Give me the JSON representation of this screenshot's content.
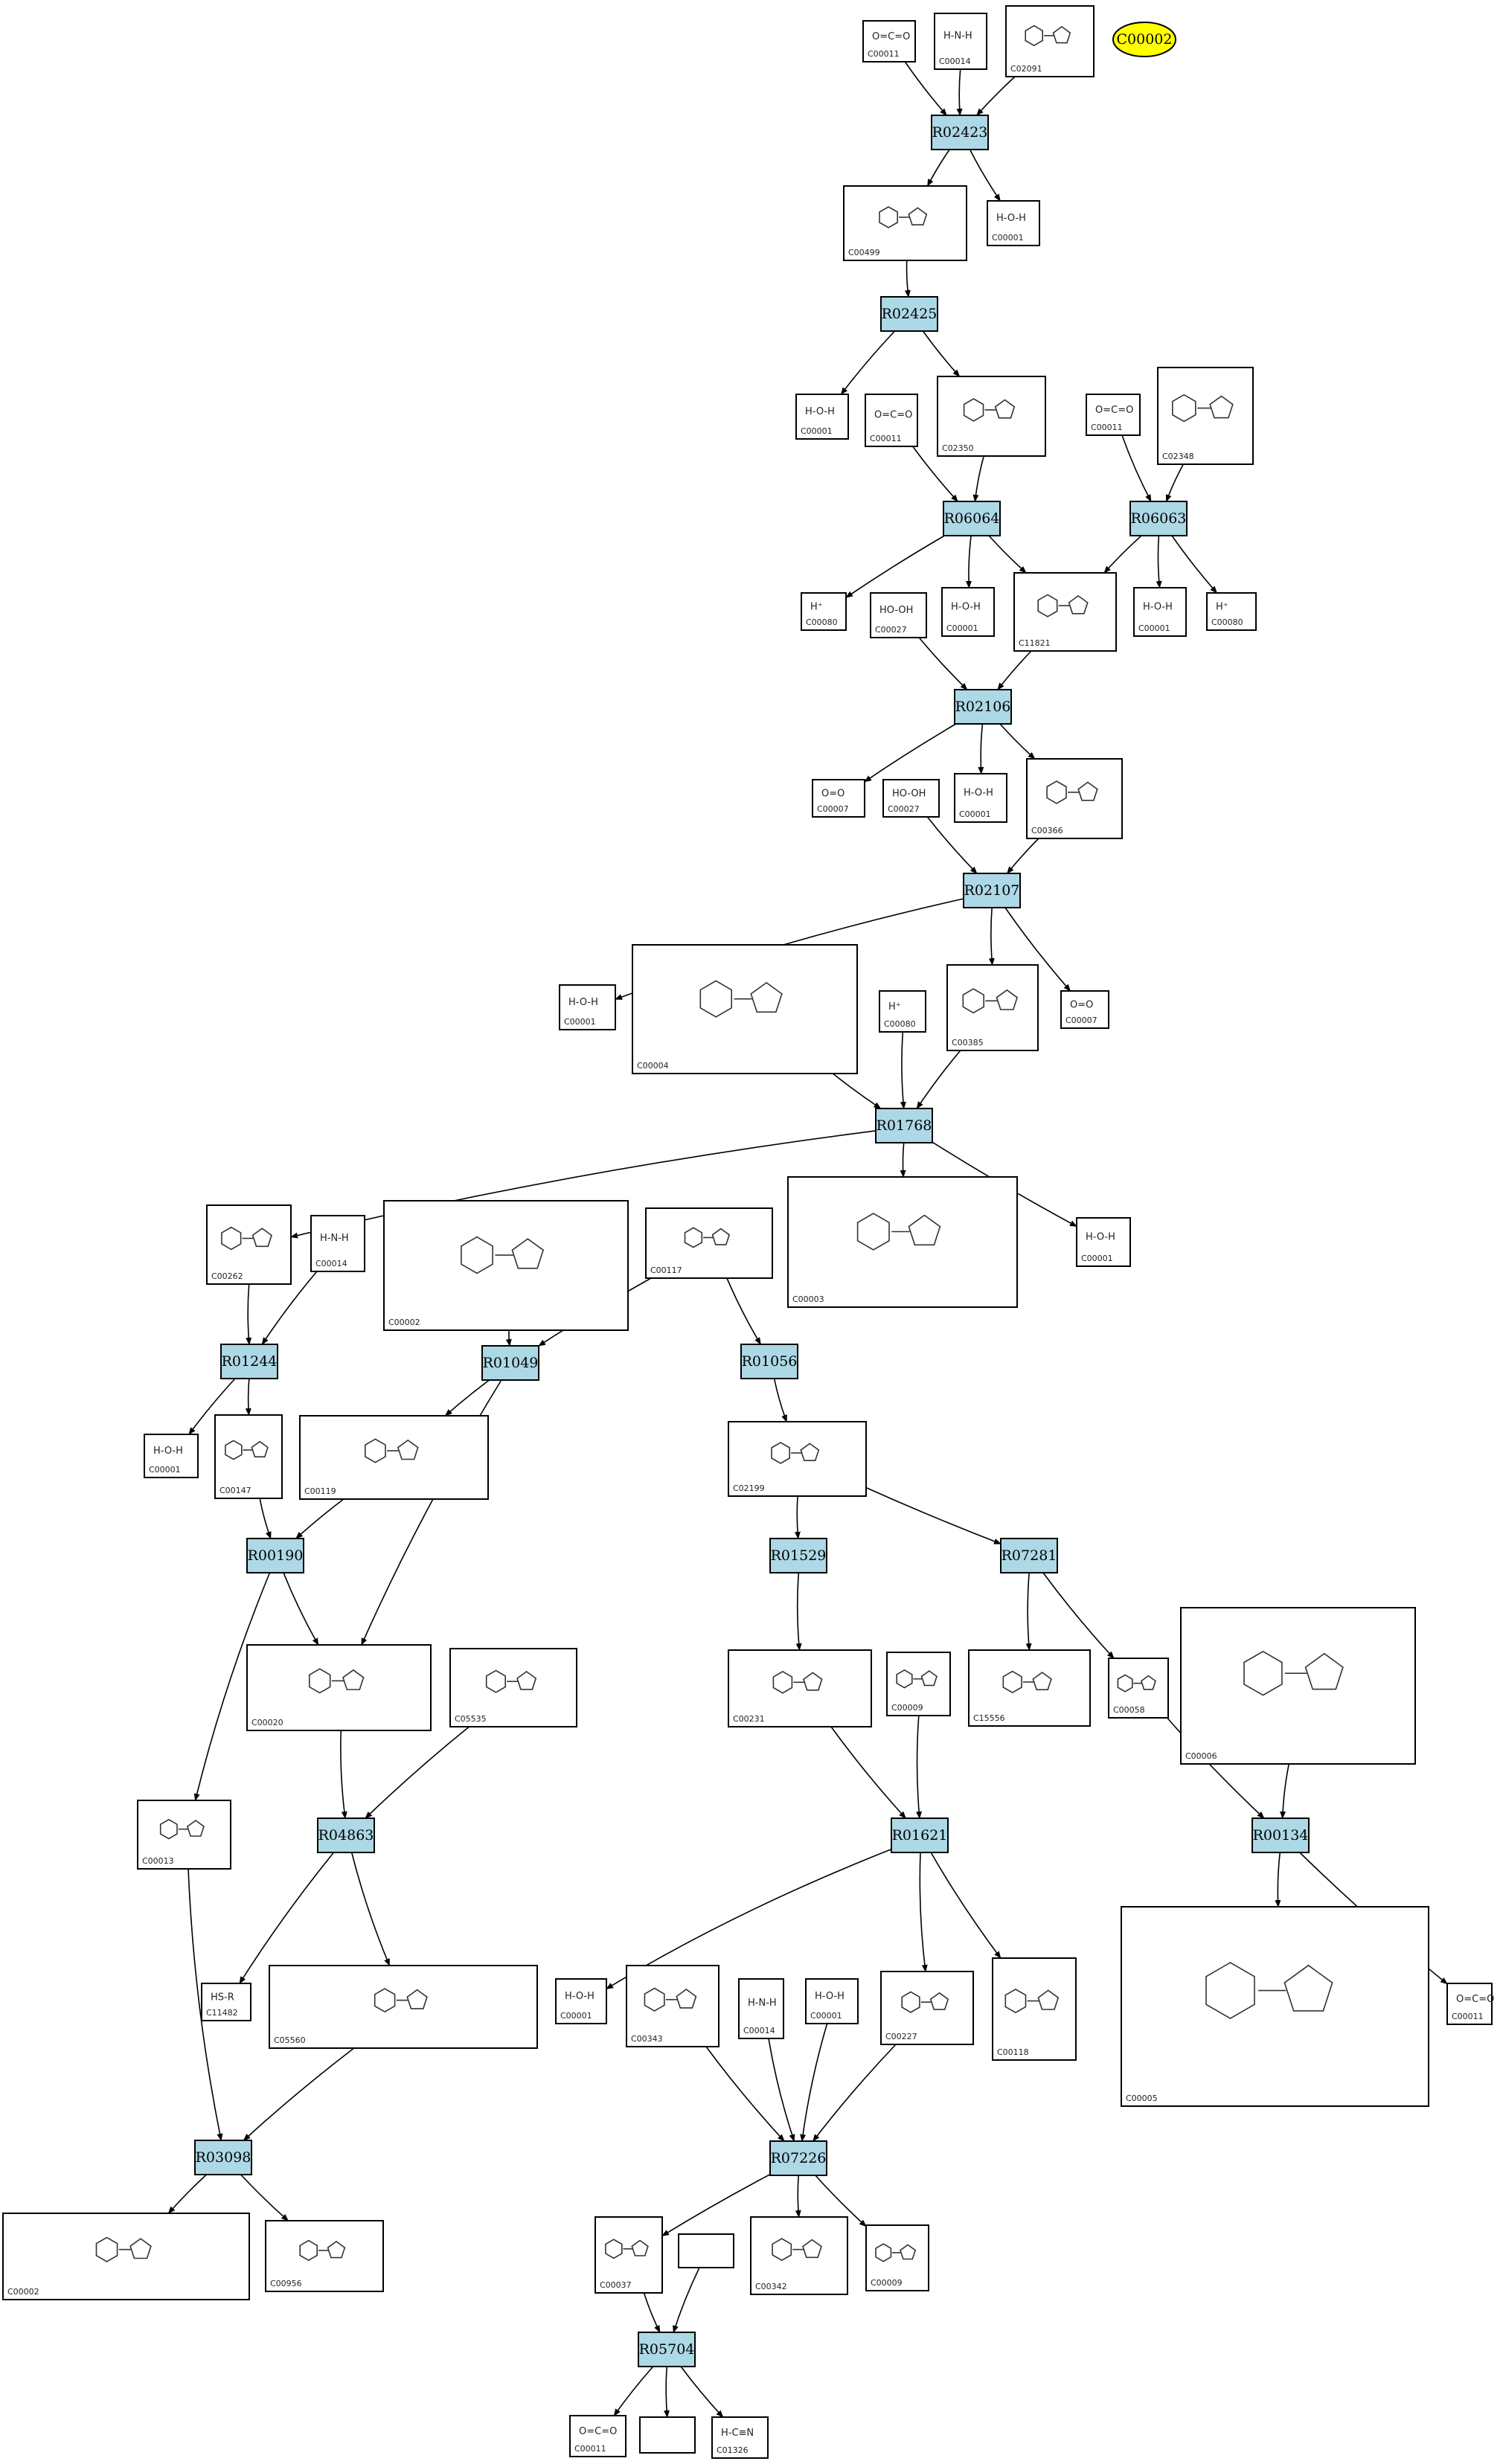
{
  "compounds": [
    {
      "id": "c1",
      "label": "C00011",
      "formula": "O=C=O"
    },
    {
      "id": "c2",
      "label": "C00014",
      "formula": "H-N-H"
    },
    {
      "id": "c3",
      "label": "C02091",
      "formula": ""
    },
    {
      "id": "c4",
      "label": "C00499",
      "formula": ""
    },
    {
      "id": "c5",
      "label": "C00001",
      "formula": "H-O-H"
    },
    {
      "id": "c6",
      "label": "C00001",
      "formula": "H-O-H"
    },
    {
      "id": "c7",
      "label": "C00011",
      "formula": "O=C=O"
    },
    {
      "id": "c8",
      "label": "C02350",
      "formula": ""
    },
    {
      "id": "c9",
      "label": "C00011",
      "formula": "O=C=O"
    },
    {
      "id": "c10",
      "label": "C02348",
      "formula": ""
    },
    {
      "id": "c11",
      "label": "C00080",
      "formula": "H⁺"
    },
    {
      "id": "c12",
      "label": "C00027",
      "formula": "HO-OH"
    },
    {
      "id": "c13",
      "label": "C00001",
      "formula": "H-O-H"
    },
    {
      "id": "c14",
      "label": "C11821",
      "formula": ""
    },
    {
      "id": "c15",
      "label": "C00001",
      "formula": "H-O-H"
    },
    {
      "id": "c16",
      "label": "C00080",
      "formula": "H⁺"
    },
    {
      "id": "c17",
      "label": "C00007",
      "formula": "O=O"
    },
    {
      "id": "c18",
      "label": "C00027",
      "formula": "HO-OH"
    },
    {
      "id": "c19",
      "label": "C00001",
      "formula": "H-O-H"
    },
    {
      "id": "c20",
      "label": "C00366",
      "formula": ""
    },
    {
      "id": "c21",
      "label": "C00001",
      "formula": "H-O-H"
    },
    {
      "id": "c22",
      "label": "C00004",
      "formula": ""
    },
    {
      "id": "c23",
      "label": "C00080",
      "formula": "H⁺"
    },
    {
      "id": "c24",
      "label": "C00385",
      "formula": ""
    },
    {
      "id": "c25",
      "label": "C00007",
      "formula": "O=O"
    },
    {
      "id": "c26",
      "label": "C00262",
      "formula": ""
    },
    {
      "id": "c27",
      "label": "C00014",
      "formula": "H-N-H"
    },
    {
      "id": "c28",
      "label": "C00002",
      "formula": ""
    },
    {
      "id": "c29",
      "label": "C00117",
      "formula": ""
    },
    {
      "id": "c30",
      "label": "C00003",
      "formula": ""
    },
    {
      "id": "c31",
      "label": "C00001",
      "formula": "H-O-H"
    },
    {
      "id": "c32",
      "label": "C00001",
      "formula": "H-O-H"
    },
    {
      "id": "c33",
      "label": "C00147",
      "formula": ""
    },
    {
      "id": "c34",
      "label": "C00119",
      "formula": ""
    },
    {
      "id": "c35",
      "label": "C02199",
      "formula": ""
    },
    {
      "id": "c36",
      "label": "C00020",
      "formula": ""
    },
    {
      "id": "c37",
      "label": "C05535",
      "formula": ""
    },
    {
      "id": "c38",
      "label": "C00231",
      "formula": ""
    },
    {
      "id": "c39",
      "label": "C00009",
      "formula": ""
    },
    {
      "id": "c40",
      "label": "C15556",
      "formula": ""
    },
    {
      "id": "c41",
      "label": "C00058",
      "formula": ""
    },
    {
      "id": "c42",
      "label": "C00006",
      "formula": ""
    },
    {
      "id": "c43",
      "label": "C00013",
      "formula": ""
    },
    {
      "id": "c44",
      "label": "C11482",
      "formula": "HS-R"
    },
    {
      "id": "c45",
      "label": "C05560",
      "formula": ""
    },
    {
      "id": "c46",
      "label": "C00001",
      "formula": "H-O-H"
    },
    {
      "id": "c47",
      "label": "C00343",
      "formula": ""
    },
    {
      "id": "c48",
      "label": "C00014",
      "formula": "H-N-H"
    },
    {
      "id": "c49",
      "label": "C00001",
      "formula": "H-O-H"
    },
    {
      "id": "c50",
      "label": "C00227",
      "formula": ""
    },
    {
      "id": "c51",
      "label": "C00118",
      "formula": ""
    },
    {
      "id": "c52",
      "label": "C00005",
      "formula": ""
    },
    {
      "id": "c53",
      "label": "C00011",
      "formula": "O=C=O"
    },
    {
      "id": "c54",
      "label": "C00002",
      "formula": ""
    },
    {
      "id": "c55",
      "label": "C00956",
      "formula": ""
    },
    {
      "id": "c56",
      "label": "C00037",
      "formula": ""
    },
    {
      "id": "c57",
      "label": "",
      "formula": ""
    },
    {
      "id": "c58",
      "label": "C00342",
      "formula": ""
    },
    {
      "id": "c59",
      "label": "C00009",
      "formula": ""
    },
    {
      "id": "c60",
      "label": "C00011",
      "formula": "O=C=O"
    },
    {
      "id": "c61",
      "label": "",
      "formula": ""
    },
    {
      "id": "c62",
      "label": "C01326",
      "formula": "H-C≡N"
    }
  ],
  "reactions": [
    {
      "id": "r1",
      "label": "R02423"
    },
    {
      "id": "r2",
      "label": "R02425"
    },
    {
      "id": "r3",
      "label": "R06064"
    },
    {
      "id": "r4",
      "label": "R06063"
    },
    {
      "id": "r5",
      "label": "R02106"
    },
    {
      "id": "r6",
      "label": "R02107"
    },
    {
      "id": "r7",
      "label": "R01768"
    },
    {
      "id": "r8",
      "label": "R01244"
    },
    {
      "id": "r9",
      "label": "R01049"
    },
    {
      "id": "r10",
      "label": "R01056"
    },
    {
      "id": "r11",
      "label": "R00190"
    },
    {
      "id": "r12",
      "label": "R01529"
    },
    {
      "id": "r13",
      "label": "R07281"
    },
    {
      "id": "r14",
      "label": "R04863"
    },
    {
      "id": "r15",
      "label": "R01621"
    },
    {
      "id": "r16",
      "label": "R00134"
    },
    {
      "id": "r17",
      "label": "R03098"
    },
    {
      "id": "r18",
      "label": "R07226"
    },
    {
      "id": "r19",
      "label": "R05704"
    }
  ],
  "highlight": {
    "label": "C00002",
    "color": "#ffff00"
  },
  "colors": {
    "reaction_fill": "#add8e6",
    "compound_fill": "#ffffff",
    "highlight": "#ffff00"
  },
  "edges": [
    [
      "c1",
      "r1"
    ],
    [
      "c2",
      "r1"
    ],
    [
      "c3",
      "r1"
    ],
    [
      "r1",
      "c4"
    ],
    [
      "r1",
      "c5"
    ],
    [
      "c4",
      "r2"
    ],
    [
      "r2",
      "c6"
    ],
    [
      "r2",
      "c8"
    ],
    [
      "c7",
      "r3"
    ],
    [
      "c8",
      "r3"
    ],
    [
      "r3",
      "c11"
    ],
    [
      "r3",
      "c13"
    ],
    [
      "r3",
      "c14"
    ],
    [
      "c9",
      "r4"
    ],
    [
      "c10",
      "r4"
    ],
    [
      "r4",
      "c14"
    ],
    [
      "r4",
      "c15"
    ],
    [
      "r4",
      "c16"
    ],
    [
      "c12",
      "r5"
    ],
    [
      "c14",
      "r5"
    ],
    [
      "r5",
      "c17"
    ],
    [
      "r5",
      "c19"
    ],
    [
      "r5",
      "c20"
    ],
    [
      "c18",
      "r6"
    ],
    [
      "c20",
      "r6"
    ],
    [
      "r6",
      "c21"
    ],
    [
      "r6",
      "c24"
    ],
    [
      "r6",
      "c25"
    ],
    [
      "c22",
      "r7"
    ],
    [
      "c23",
      "r7"
    ],
    [
      "c24",
      "r7"
    ],
    [
      "r7",
      "c26"
    ],
    [
      "r7",
      "c30"
    ],
    [
      "r7",
      "c31"
    ],
    [
      "c26",
      "r8"
    ],
    [
      "c27",
      "r8"
    ],
    [
      "r8",
      "c32"
    ],
    [
      "r8",
      "c33"
    ],
    [
      "c28",
      "r9"
    ],
    [
      "c29",
      "r9"
    ],
    [
      "r9",
      "c34"
    ],
    [
      "r9",
      "c36"
    ],
    [
      "c29",
      "r10"
    ],
    [
      "r10",
      "c35"
    ],
    [
      "c33",
      "r11"
    ],
    [
      "c34",
      "r11"
    ],
    [
      "r11",
      "c36"
    ],
    [
      "r11",
      "c43"
    ],
    [
      "c35",
      "r12"
    ],
    [
      "r12",
      "c38"
    ],
    [
      "c35",
      "r13"
    ],
    [
      "r13",
      "c40"
    ],
    [
      "r13",
      "c41"
    ],
    [
      "c36",
      "r14"
    ],
    [
      "c37",
      "r14"
    ],
    [
      "r14",
      "c44"
    ],
    [
      "r14",
      "c45"
    ],
    [
      "c38",
      "r15"
    ],
    [
      "c39",
      "r15"
    ],
    [
      "r15",
      "c46"
    ],
    [
      "r15",
      "c50"
    ],
    [
      "r15",
      "c51"
    ],
    [
      "c41",
      "r16"
    ],
    [
      "c42",
      "r16"
    ],
    [
      "r16",
      "c52"
    ],
    [
      "r16",
      "c53"
    ],
    [
      "c43",
      "r17"
    ],
    [
      "c45",
      "r17"
    ],
    [
      "r17",
      "c54"
    ],
    [
      "r17",
      "c55"
    ],
    [
      "c47",
      "r18"
    ],
    [
      "c48",
      "r18"
    ],
    [
      "c49",
      "r18"
    ],
    [
      "c50",
      "r18"
    ],
    [
      "r18",
      "c56"
    ],
    [
      "r18",
      "c58"
    ],
    [
      "r18",
      "c59"
    ],
    [
      "c56",
      "r19"
    ],
    [
      "c57",
      "r19"
    ],
    [
      "r19",
      "c60"
    ],
    [
      "r19",
      "c61"
    ],
    [
      "r19",
      "c62"
    ]
  ]
}
